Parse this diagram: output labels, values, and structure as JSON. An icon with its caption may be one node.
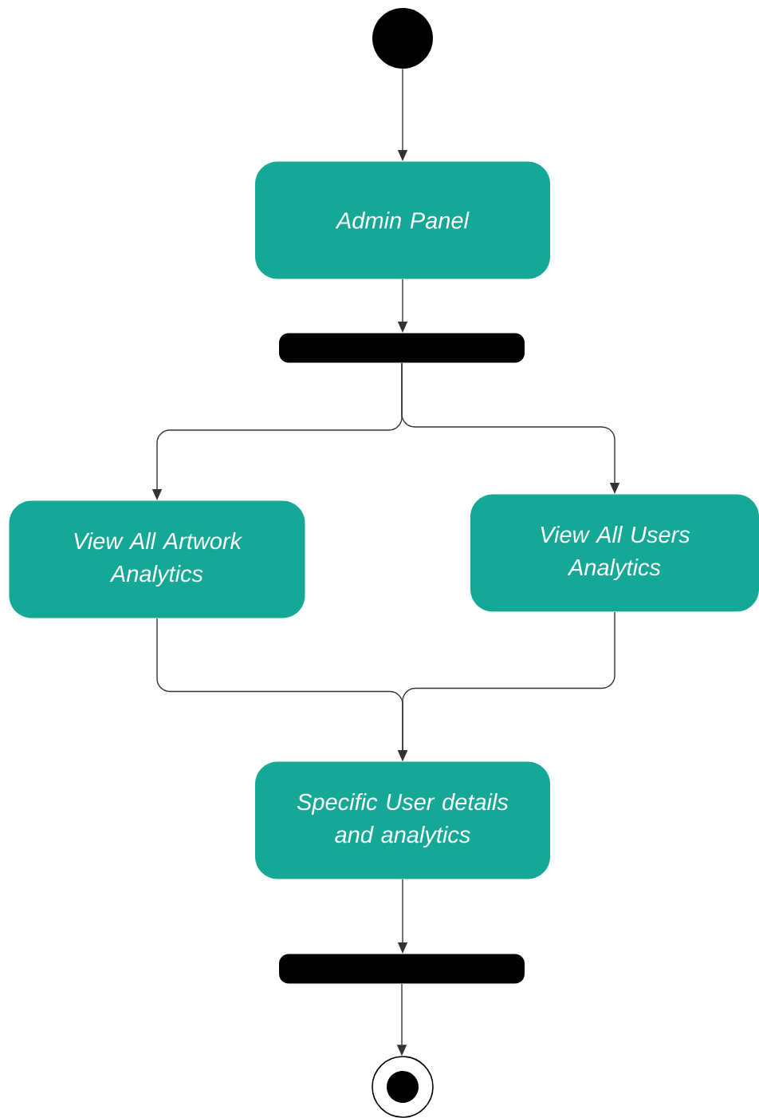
{
  "diagram": {
    "nodes": [
      {
        "text": [],
        "shape": "circle"
      },
      {
        "text": [
          "Admin Panel"
        ]
      },
      {
        "text": [],
        "shape": "bar"
      },
      {
        "text": [
          "View All Artwork Analytics"
        ]
      },
      {
        "text": [
          "View All Users Analytics"
        ]
      },
      {
        "text": [
          "Specific User details and analytics"
        ]
      },
      {
        "text": [],
        "shape": "bar"
      },
      {
        "text": [],
        "shape": "bullseye"
      }
    ],
    "edges": [
      {
        "from": 0,
        "to": 1,
        "arrow": "to"
      },
      {
        "from": 1,
        "to": 2,
        "arrow": "to"
      },
      {
        "from": 2,
        "to": 3,
        "arrow": "to"
      },
      {
        "from": 2,
        "to": 4,
        "arrow": "to"
      },
      {
        "from": 3,
        "to": 5,
        "arrow": "to"
      },
      {
        "from": 4,
        "to": 5,
        "arrow": "to"
      },
      {
        "from": 5,
        "to": 6,
        "arrow": "to"
      },
      {
        "from": 6,
        "to": 7,
        "arrow": "to"
      }
    ]
  }
}
